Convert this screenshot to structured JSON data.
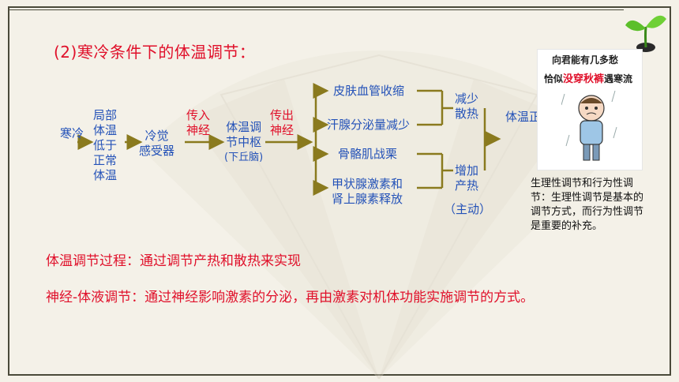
{
  "title": "(2)寒冷条件下的体温调节：",
  "flow": {
    "cold": "寒冷",
    "local_temp": [
      "局部",
      "体温",
      "低于",
      "正常",
      "体温"
    ],
    "receptor": [
      "冷觉",
      "感受器"
    ],
    "afferent": [
      "传入",
      "神经"
    ],
    "center": [
      "体温调",
      "节中枢"
    ],
    "center_sub": "(下丘脑)",
    "efferent": [
      "传出",
      "神经"
    ],
    "effectors": [
      "皮肤血管收缩",
      "汗腺分泌量减少",
      "骨骼肌战栗",
      "甲状腺激素和",
      "肾上腺素释放"
    ],
    "reduce": [
      "减少",
      "散热"
    ],
    "increase": [
      "增加",
      "产热"
    ],
    "active": "（主动）",
    "normal": "体温正常"
  },
  "cartoon": {
    "line1": "向君能有几多愁",
    "line2_a": "恰似",
    "line2_b": "没穿秋裤",
    "line2_c": "遇寒流"
  },
  "caption": "生理性调节和行为性调节：生理性调节是基本的调节方式，而行为性调节是重要的补充。",
  "bottom": {
    "line1": "体温调节过程：通过调节产热和散热来实现",
    "line2": "神经-体液调节：通过神经影响激素的分泌，再由激素对机体功能实施调节的方式。"
  },
  "colors": {
    "red": "#e0102a",
    "blue": "#2452b8",
    "arrow": "#8a7a1e"
  }
}
